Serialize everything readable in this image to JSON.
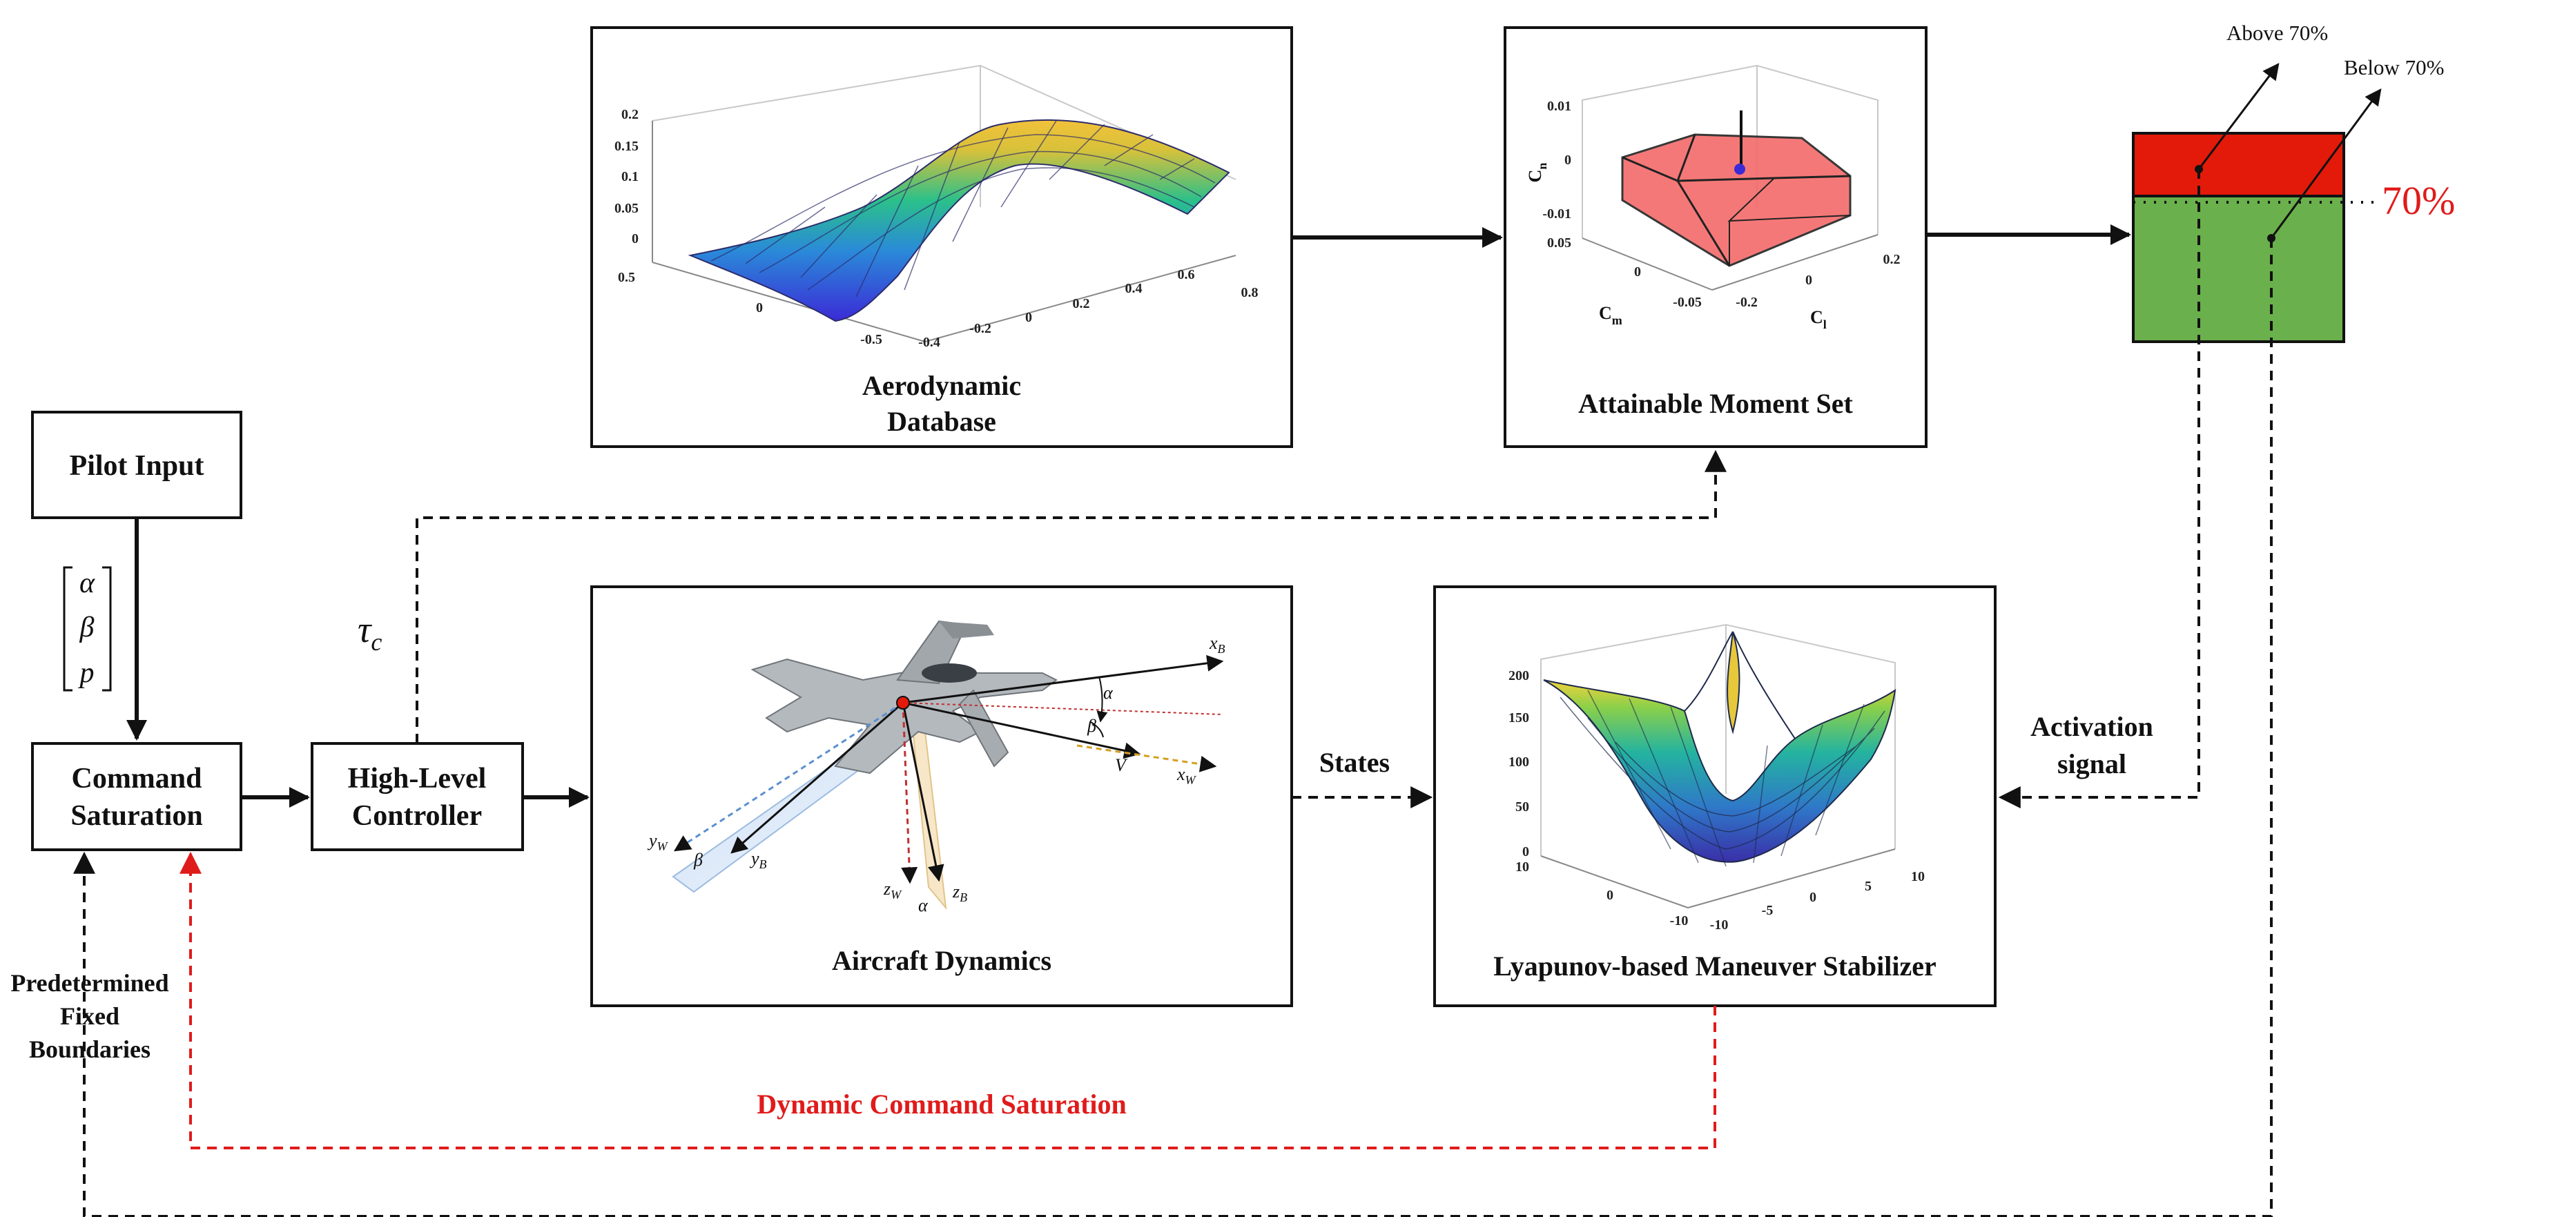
{
  "blocks": {
    "pilot_input": "Pilot Input",
    "command_saturation": [
      "Command",
      "Saturation"
    ],
    "high_level_controller": [
      "High-Level",
      "Controller"
    ],
    "aero_database": [
      "Aerodynamic",
      "Database"
    ],
    "attainable_moment_set": "Attainable Moment Set",
    "aircraft_dynamics": "Aircraft Dynamics",
    "lyapunov_stabilizer": "Lyapunov-based Maneuver Stabilizer"
  },
  "signals": {
    "pilot_vector": [
      "α",
      "β",
      "p"
    ],
    "tau": "τ",
    "tau_sub": "c",
    "states": "States",
    "activation": [
      "Activation",
      "signal"
    ],
    "fixed_boundaries": [
      "Predetermined",
      "Fixed",
      "Boundaries"
    ],
    "dynamic_saturation": "Dynamic Command Saturation"
  },
  "gauge": {
    "above": "Above 70%",
    "below": "Below 70%",
    "threshold": "70%",
    "fill_fraction": 0.7
  },
  "aero_plot": {
    "z_ticks": [
      "0.2",
      "0.15",
      "0.1",
      "0.05",
      "0"
    ],
    "y_ticks": [
      "0.5",
      "0",
      "-0.5"
    ],
    "x_ticks": [
      "-0.4",
      "-0.2",
      "0",
      "0.2",
      "0.4",
      "0.6",
      "0.8"
    ]
  },
  "ams_plot": {
    "cn_label": "C",
    "cn_sub": "n",
    "cm_label": "C",
    "cm_sub": "m",
    "cl_label": "C",
    "cl_sub": "l",
    "cn_ticks": [
      "0.01",
      "0",
      "-0.01"
    ],
    "cm_ticks": [
      "0.05",
      "0",
      "-0.05"
    ],
    "cl_ticks": [
      "-0.2",
      "0",
      "0.2"
    ]
  },
  "lyap_plot": {
    "z_ticks": [
      "200",
      "150",
      "100",
      "50",
      "0"
    ],
    "y_ticks": [
      "10",
      "0",
      "-10"
    ],
    "x_ticks": [
      "-10",
      "-5",
      "0",
      "5",
      "10"
    ]
  },
  "aircraft_axes": {
    "xb": "x",
    "xb_sub": "B",
    "xw": "x",
    "xw_sub": "W",
    "yw": "y",
    "yw_sub": "W",
    "yb": "y",
    "yb_sub": "B",
    "zw": "z",
    "zw_sub": "W",
    "zb": "z",
    "zb_sub": "B",
    "v": "V",
    "alpha": "α",
    "beta": "β"
  },
  "colors": {
    "red_signal": "#e01b1b",
    "gauge_red": "#e31a0a",
    "gauge_green": "#6ab04c",
    "stroke": "#111111"
  }
}
